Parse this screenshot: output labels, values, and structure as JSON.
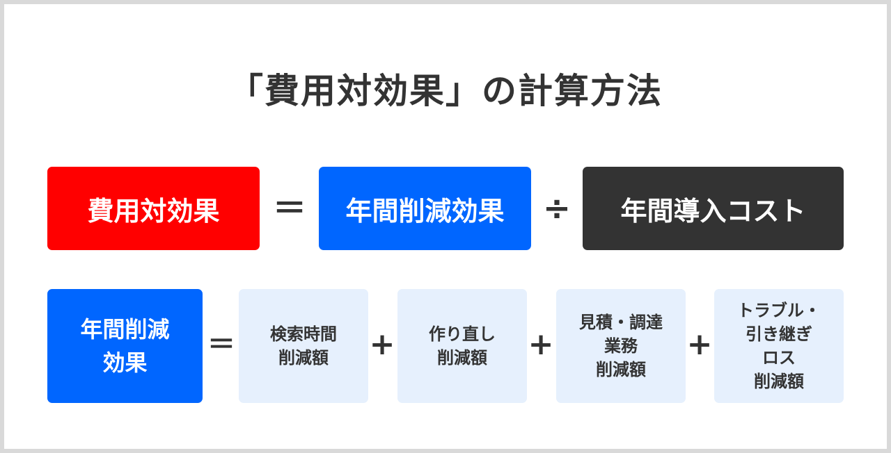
{
  "title": "「費用対効果」の計算方法",
  "formula": {
    "result": "費用対効果",
    "equals": "＝",
    "numerator": "年間削減効果",
    "divide": "÷",
    "denominator": "年間導入コスト"
  },
  "breakdown": {
    "result": "年間削減\n効果",
    "equals": "＝",
    "plus": "+",
    "terms": [
      "検索時間\n削減額",
      "作り直し\n削減額",
      "見積・調達\n業務\n削減額",
      "トラブル・\n引き継ぎ\nロス\n削減額"
    ]
  },
  "colors": {
    "red": "#ff0000",
    "blue": "#0066ff",
    "dark": "#333333",
    "term_bg": "#e6f0fd"
  }
}
